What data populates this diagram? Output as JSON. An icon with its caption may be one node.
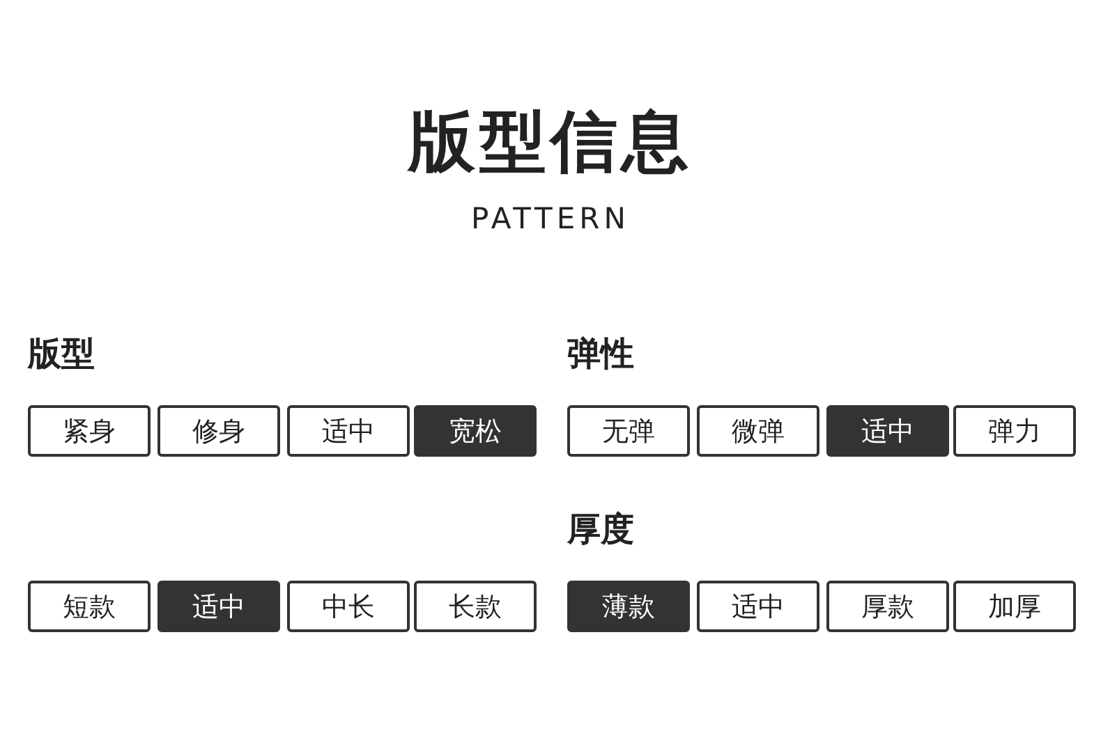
{
  "diagram": {
    "title": "版型信息",
    "nodes": [
      {
        "text": [
          "紧身"
        ]
      },
      {
        "text": [
          "修身"
        ]
      },
      {
        "text": [
          "适中"
        ]
      },
      {
        "text": [
          "宽松"
        ]
      },
      {
        "text": [
          "无弹"
        ]
      },
      {
        "text": [
          "微弹"
        ]
      },
      {
        "text": [
          "适中"
        ]
      },
      {
        "text": [
          "弹力"
        ]
      },
      {
        "text": [
          "短款"
        ]
      },
      {
        "text": [
          "适中"
        ]
      },
      {
        "text": [
          "中长"
        ]
      },
      {
        "text": [
          "长款"
        ]
      },
      {
        "text": [
          "薄款"
        ]
      },
      {
        "text": [
          "适中"
        ]
      },
      {
        "text": [
          "厚款"
        ]
      },
      {
        "text": [
          "加厚"
        ]
      }
    ],
    "labels": [
      "PATTERN",
      "版型",
      "弹性",
      "厚度"
    ]
  }
}
